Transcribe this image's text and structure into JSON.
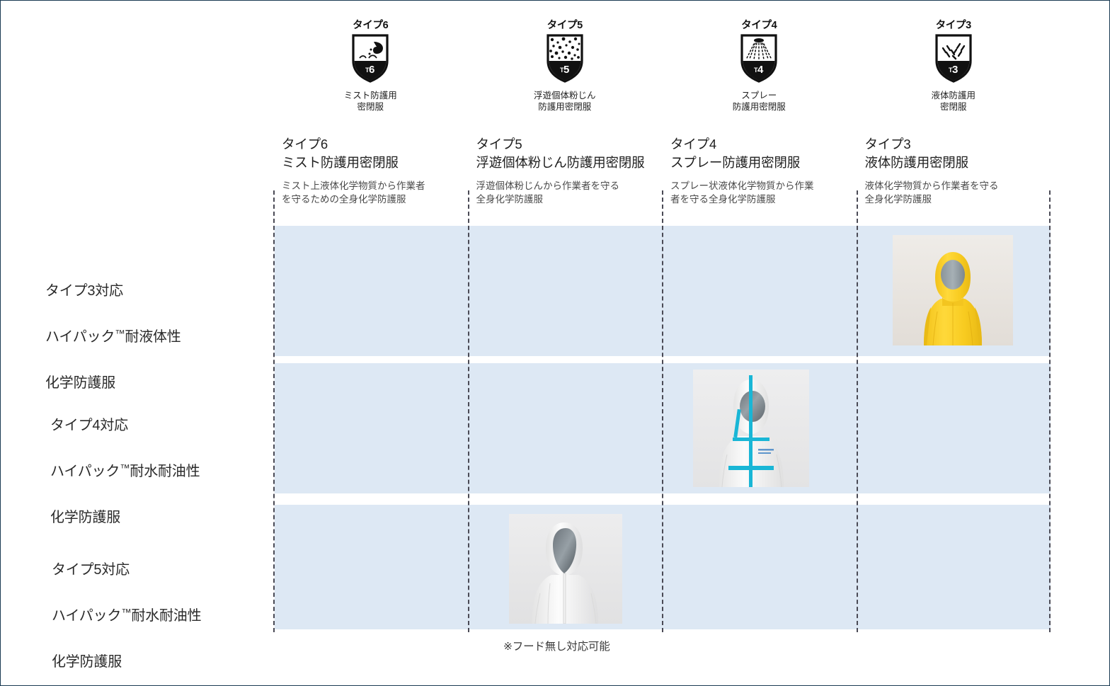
{
  "legend": [
    {
      "icon_name": "type6-mist-shield-icon",
      "title": "タイプ6",
      "badge": "6",
      "caption": "ミスト防護用\n密閉服"
    },
    {
      "icon_name": "type5-particle-shield-icon",
      "title": "タイプ5",
      "badge": "5",
      "caption": "浮遊個体粉じん\n防護用密閉服"
    },
    {
      "icon_name": "type4-spray-shield-icon",
      "title": "タイプ4",
      "badge": "4",
      "caption": "スプレー\n防護用密閉服"
    },
    {
      "icon_name": "type3-liquid-shield-icon",
      "title": "タイプ3",
      "badge": "3",
      "caption": "液体防護用\n密閉服"
    }
  ],
  "columns": [
    {
      "type": "タイプ6",
      "name": "ミスト防護用密閉服",
      "desc": "ミスト上液体化学物質から作業者\nを守るための全身化学防護服"
    },
    {
      "type": "タイプ5",
      "name": "浮遊個体粉じん防護用密閉服",
      "desc": "浮遊個体粉じんから作業者を守る\n全身化学防護服"
    },
    {
      "type": "タイプ4",
      "name": "スプレー防護用密閉服",
      "desc": "スプレー状液体化学物質から作業\n者を守る全身化学防護服"
    },
    {
      "type": "タイプ3",
      "name": "液体防護用密閉服",
      "desc": "液体化学物質から作業者を守る\n全身化学防護服"
    }
  ],
  "rows": [
    {
      "label": "タイプ3対応\nハイパック™耐液体性\n化学防護服",
      "label_line1": "タイプ3対応",
      "label_line2_pre": "ハイパック",
      "label_line2_post": "耐液体性",
      "label_line3": "化学防護服",
      "photo": "yellow-hooded-chemical-suit-photo",
      "photo_alt": "黄色のフード付き化学防護服",
      "photo_column": 3
    },
    {
      "label": "タイプ4対応\nハイパック™耐水耐油性\n化学防護服",
      "label_line1": "タイプ4対応",
      "label_line2_pre": "ハイパック",
      "label_line2_post": "耐水耐油性",
      "label_line3": "化学防護服",
      "photo": "white-taped-seam-chemical-suit-photo",
      "photo_alt": "白色シームテープ付き化学防護服",
      "photo_column": 2
    },
    {
      "label": "タイプ5対応\nハイパック™耐水耐油性\n化学防護服",
      "label_line1": "タイプ5対応",
      "label_line2_pre": "ハイパック",
      "label_line2_post": "耐水耐油性",
      "label_line3": "化学防護服",
      "photo": "white-hooded-chemical-suit-photo",
      "photo_alt": "白色フード付き化学防護服",
      "photo_column": 1
    }
  ],
  "footnote": "※フード無し対応可能",
  "colors": {
    "band": "#dde8f4",
    "border": "#1a3a52",
    "dash": "#4a4a55",
    "yellow_suit": "#f5c518",
    "cyan_tape": "#16b8d8"
  }
}
